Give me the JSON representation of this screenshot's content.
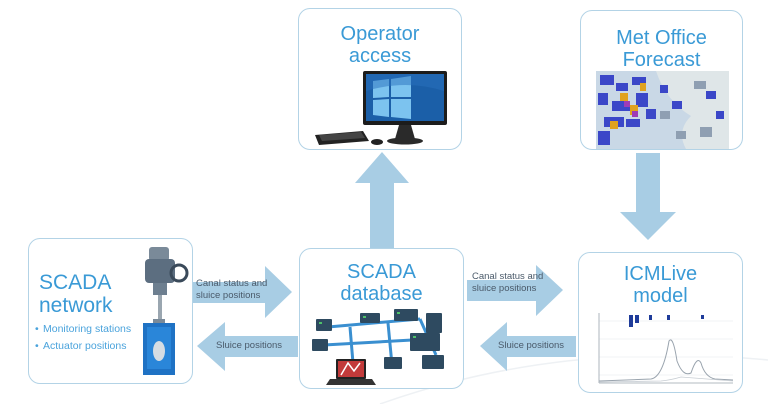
{
  "colors": {
    "box_border": "#b3d3e6",
    "title_blue": "#3a9ad6",
    "arrow_fill": "#a8cde4",
    "label_gray": "#4a5a6a"
  },
  "boxes": {
    "operator": {
      "title_line1": "Operator",
      "title_line2": "access",
      "icon": "desktop-computer-icon"
    },
    "met_office": {
      "title_line1": "Met Office",
      "title_line2": "Forecast",
      "icon": "rain-radar-map"
    },
    "scada_network": {
      "title_line1": "SCADA",
      "title_line2": "network",
      "bullets": [
        "Monitoring stations",
        "Actuator positions"
      ],
      "icon": "sluice-gate-actuator"
    },
    "scada_database": {
      "title_line1": "SCADA",
      "title_line2": "database",
      "icon": "network-servers-icon"
    },
    "icmlive": {
      "title_line1": "ICMLive",
      "title_line2": "model",
      "icon": "hydrograph-chart"
    }
  },
  "arrows": {
    "network_to_db_line1": "Canal status and",
    "network_to_db_line2": "sluice positions",
    "db_to_network": "Sluice positions",
    "db_to_icm_line1": "Canal status and",
    "db_to_icm_line2": "sluice positions",
    "icm_to_db": "Sluice positions"
  }
}
